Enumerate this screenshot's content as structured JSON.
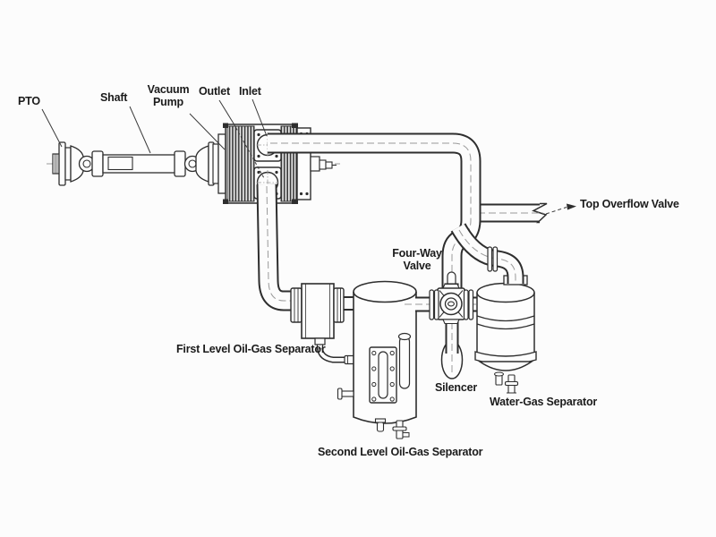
{
  "canvas": {
    "background": "#fcfcfc",
    "line_color": "#2e2e2e",
    "centerline_color": "#9a9a9a"
  },
  "diagram": {
    "type": "technical-schematic",
    "subject": "PTO-driven vacuum pump system with oil-gas and water-gas separators",
    "labels": {
      "pto": "PTO",
      "shaft": "Shaft",
      "vacuum_pump": "Vacuum Pump",
      "outlet": "Outlet",
      "inlet": "Inlet",
      "top_overflow_valve": "Top Overflow Valve",
      "four_way_valve": "Four-Way Valve",
      "first_level_separator": "First Level Oil-Gas Separator",
      "silencer": "Silencer",
      "water_gas_separator": "Water-Gas Separator",
      "second_level_separator": "Second Level Oil-Gas Separator"
    }
  }
}
